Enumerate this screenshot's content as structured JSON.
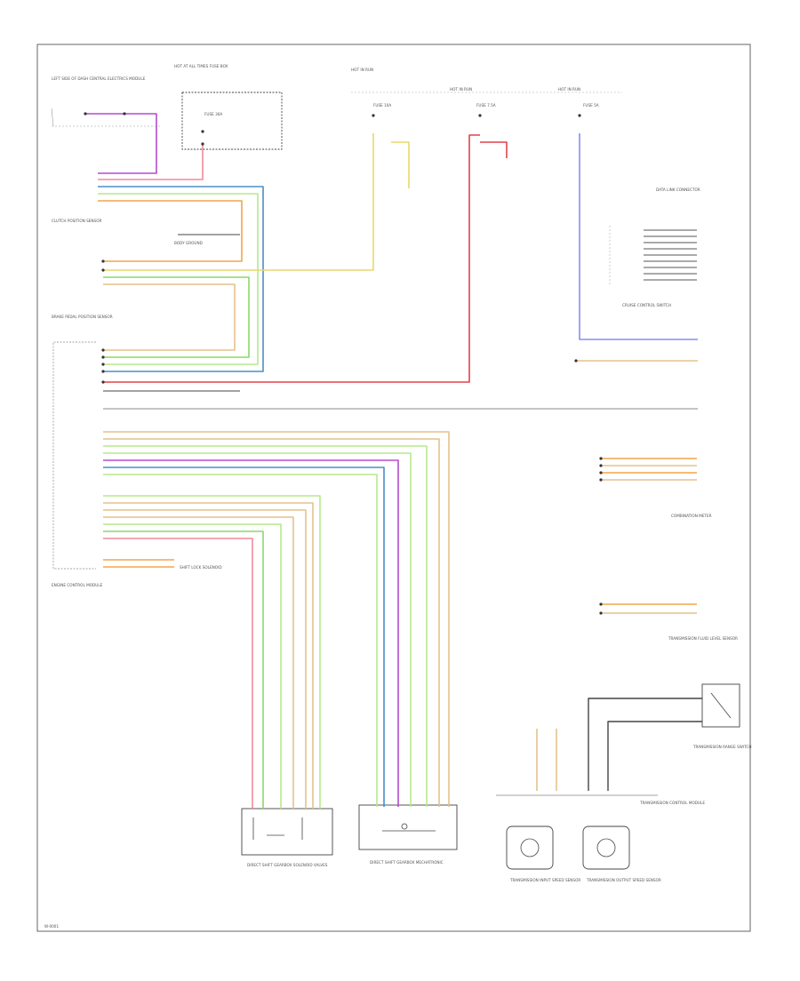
{
  "diagram": {
    "page_code": "W-0001",
    "colors": {
      "pink": "#f08a9a",
      "red": "#e2424b",
      "purple": "#b44bd0",
      "green": "#8ad86a",
      "lightgreen": "#b6ea8c",
      "blue": "#4a8fc6",
      "yellow": "#e8d86a",
      "orange": "#f0a64a",
      "tan": "#e4c28c",
      "lavender": "#8c8cf0",
      "gray": "#b0b0b0",
      "wire_black": "#444444"
    },
    "labels": {
      "top_left_block": "LEFT SIDE OF DASH CENTRAL ELECTRICS MODULE",
      "fuse_box_top": "HOT AT ALL TIMES FUSE BOX",
      "fuse_a": "FUSE 30A",
      "fuse_b": "FUSE 10A",
      "fuse_c": "FUSE 7.5A",
      "fuse_d": "FUSE 5A",
      "hot_run_1": "HOT IN RUN",
      "hot_run_2": "HOT IN RUN",
      "hot_run_3": "HOT IN RUN",
      "clutch_sensor": "CLUTCH POSITION SENSOR",
      "body_ground": "BODY GROUND",
      "brake_pedal": "BRAKE PEDAL POSITION SENSOR",
      "ecm": "ENGINE CONTROL MODULE",
      "shift_lock": "SHIFT LOCK SOLENOID",
      "data_link": "DATA LINK CONNECTOR",
      "cruise_ctrl": "CRUISE CONTROL SWITCH",
      "trans_range": "TRANSMISSION RANGE SWITCH",
      "input_speed": "TRANSMISSION INPUT SPEED SENSOR",
      "output_speed": "TRANSMISSION OUTPUT SPEED SENSOR",
      "solenoid_block_a": "DIRECT SHIFT GEARBOX SOLENOID VALVES",
      "solenoid_block_b": "DIRECT SHIFT GEARBOX MECHATRONIC",
      "combination": "COMBINATION METER",
      "level_sensor": "TRANSMISSION FLUID LEVEL SENSOR",
      "tcm": "TRANSMISSION CONTROL MODULE"
    }
  }
}
